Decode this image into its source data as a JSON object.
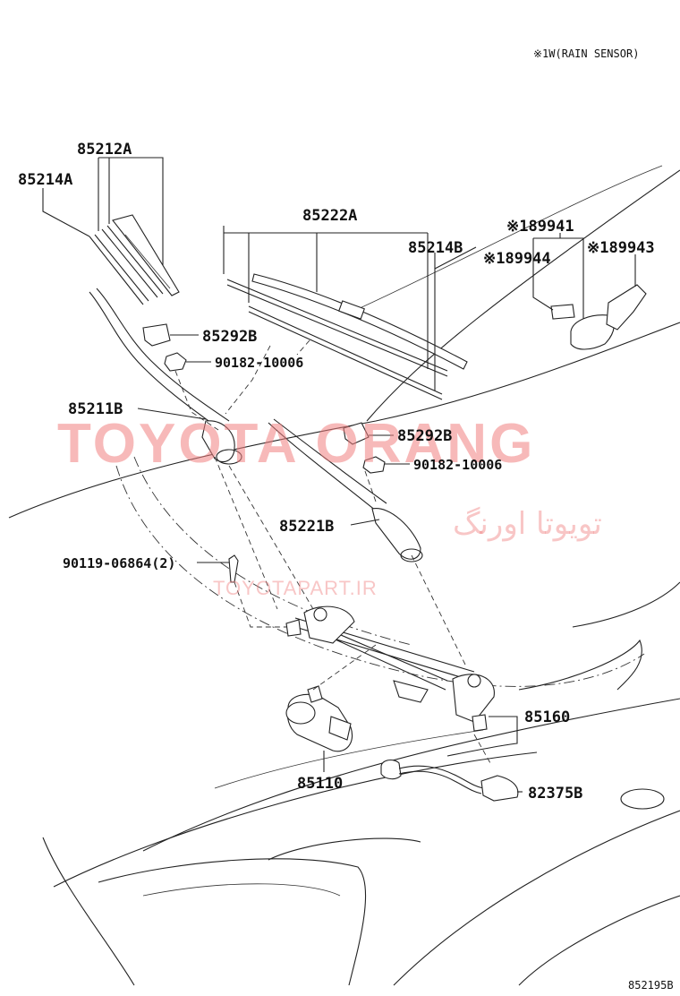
{
  "note": "※1W(RAIN SENSOR)",
  "figure_code": "852195B",
  "watermarks": {
    "brand": "TOYOTA ORANG",
    "persian": "تویوتا اورنگ",
    "url": "TOYOTAPART.IR",
    "color": "#f08080"
  },
  "labels": {
    "p85212A": "85212A",
    "p85214A": "85214A",
    "p85222A": "85222A",
    "p85214B": "85214B",
    "p89941": "※189941",
    "p89944": "※189944",
    "p89943": "※189943",
    "p85292B_1": "85292B",
    "p90182_1": "90182-10006",
    "p85211B": "85211B",
    "p85292B_2": "85292B",
    "p90182_2": "90182-10006",
    "p85221B": "85221B",
    "p90119": "90119-06864(2)",
    "p85160": "85160",
    "p85110": "85110",
    "p82375B": "82375B"
  }
}
